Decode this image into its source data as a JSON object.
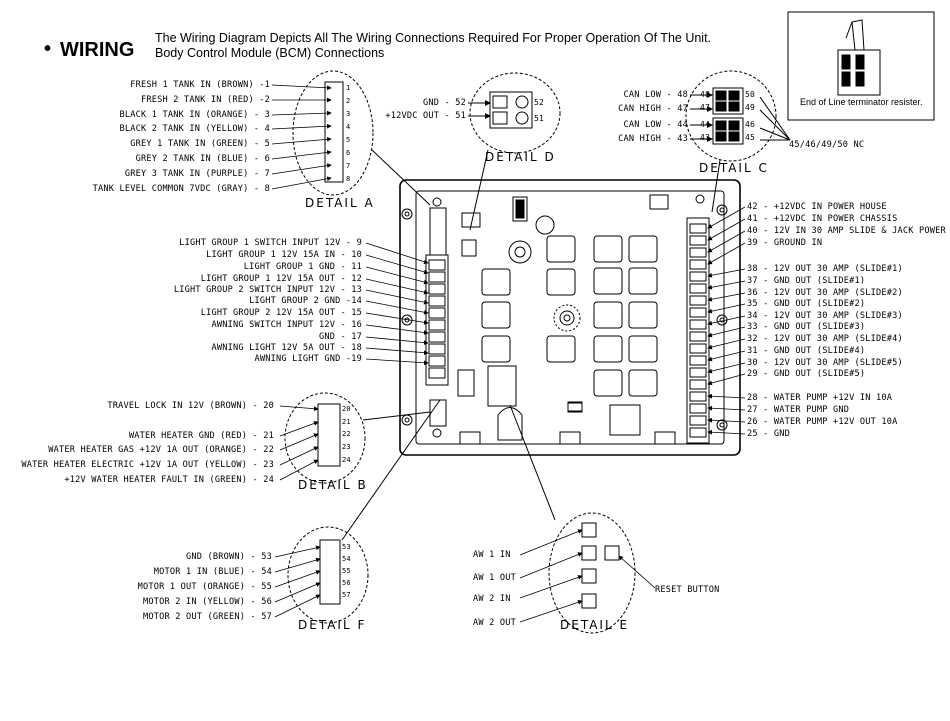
{
  "header": {
    "bullet": "•",
    "title": "WIRING",
    "subtitle_line1": "The Wiring Diagram Depicts All The Wiring Connections Required For Proper Operation Of The Unit.",
    "subtitle_line2": "Body Control Module (BCM) Connections"
  },
  "detail_a": {
    "title": "DETAIL A",
    "labels": [
      "FRESH 1 TANK IN  (BROWN) -1",
      "FRESH 2 TANK IN  (RED) -2",
      "BLACK 1 TANK IN  (ORANGE) - 3",
      "BLACK 2 TANK IN  (YELLOW) - 4",
      "GREY  1 TANK IN  (GREEN) - 5",
      "GREY  2 TANK IN  (BLUE) - 6",
      "GREY  3 TANK IN  (PURPLE) - 7",
      "TANK LEVEL COMMON 7VDC (GRAY) - 8"
    ],
    "pins": [
      "1",
      "2",
      "3",
      "4",
      "5",
      "6",
      "7",
      "8"
    ]
  },
  "detail_d": {
    "title": "DETAIL D",
    "labels": [
      "GND - 52",
      "+12VDC OUT - 51"
    ],
    "pins": [
      "52",
      "51"
    ]
  },
  "detail_c": {
    "title": "DETAIL C",
    "labels": [
      "CAN LOW - 48",
      "CAN HIGH - 47",
      "CAN LOW - 44",
      "CAN HIGH - 43"
    ],
    "left_pins": [
      "48",
      "47",
      "44",
      "43"
    ],
    "right_pins": [
      "50",
      "49",
      "46",
      "45"
    ],
    "note": "45/46/49/50 NC"
  },
  "inset": {
    "caption": "End of Line terminator resister."
  },
  "left_side": {
    "labels": [
      "LIGHT GROUP 1 SWITCH INPUT 12V - 9",
      "LIGHT GROUP 1 12V 15A IN - 10",
      "LIGHT GROUP 1 GND - 11",
      "LIGHT GROUP 1  12V 15A OUT - 12",
      "LIGHT GROUP 2 SWITCH INPUT 12V -  13",
      "LIGHT GROUP 2 GND -14",
      "LIGHT GROUP 2 12V 15A OUT - 15",
      "AWNING SWITCH INPUT 12V - 16",
      "GND - 17",
      "AWNING LIGHT 12V 5A OUT - 18",
      "AWNING LIGHT GND -19"
    ]
  },
  "right_side": {
    "labels": [
      "42 - +12VDC IN POWER HOUSE",
      "41 - +12VDC IN POWER CHASSIS",
      "40 - 12V IN 30 AMP SLIDE & JACK POWER",
      "39 - GROUND IN",
      "38 - 12V OUT 30 AMP (SLIDE#1)",
      "37 - GND OUT (SLIDE#1)",
      "36 - 12V OUT 30 AMP (SLIDE#2)",
      "35 - GND OUT (SLIDE#2)",
      "34 - 12V OUT 30 AMP (SLIDE#3)",
      "33 - GND OUT (SLIDE#3)",
      "32 - 12V OUT 30 AMP (SLIDE#4)",
      "31 - GND OUT (SLIDE#4)",
      "30 - 12V OUT 30 AMP (SLIDE#5)",
      "29 - GND OUT (SLIDE#5)",
      "28 - WATER PUMP +12V IN 10A",
      "27 - WATER PUMP GND",
      "26 - WATER PUMP +12V OUT 10A",
      "25 - GND"
    ]
  },
  "detail_b": {
    "title": "DETAIL B",
    "labels": [
      "TRAVEL LOCK IN 12V (BROWN) - 20",
      "WATER HEATER GND (RED) - 21",
      "WATER HEATER GAS +12V 1A OUT (ORANGE) - 22",
      "WATER HEATER ELECTRIC +12V 1A OUT (YELLOW) - 23",
      "+12V WATER HEATER FAULT IN (GREEN) - 24"
    ],
    "pins": [
      "20",
      "21",
      "22",
      "23",
      "24"
    ]
  },
  "detail_f": {
    "title": "DETAIL F",
    "labels": [
      "GND (BROWN) - 53",
      "MOTOR 1 IN (BLUE) - 54",
      "MOTOR 1 OUT (ORANGE) - 55",
      "MOTOR 2 IN (YELLOW) - 56",
      "MOTOR 2 OUT  (GREEN) - 57"
    ],
    "pins": [
      "53",
      "54",
      "55",
      "56",
      "57"
    ]
  },
  "detail_e": {
    "title": "DETAIL E",
    "labels": [
      "AW 1 IN",
      "AW 1 OUT",
      "AW 2 IN",
      "AW 2 OUT"
    ],
    "reset": "RESET BUTTON"
  }
}
